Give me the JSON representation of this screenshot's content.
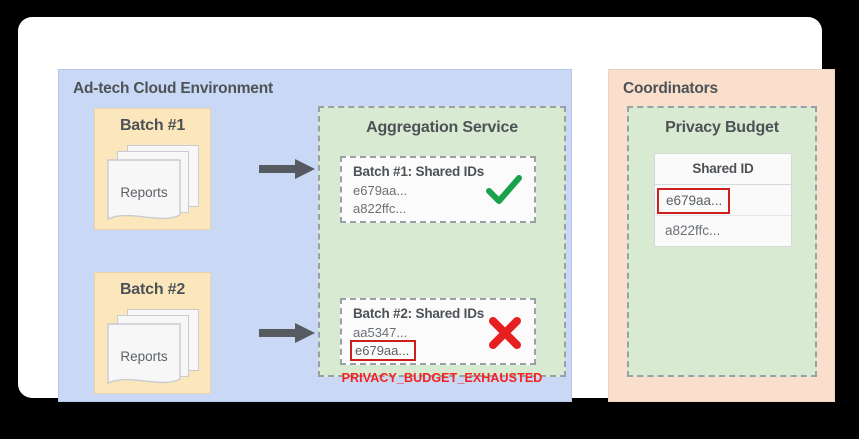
{
  "diagram": {
    "cloud_panel": {
      "title": "Ad-tech Cloud Environment",
      "batches": [
        {
          "title": "Batch #1",
          "doc_label": "Reports"
        },
        {
          "title": "Batch #2",
          "doc_label": "Reports"
        }
      ],
      "arrows": [
        {
          "name": "arrow-batch1-to-aggregation"
        },
        {
          "name": "arrow-batch2-to-aggregation"
        }
      ],
      "aggregation_service": {
        "title": "Aggregation Service",
        "cards": [
          {
            "title": "Batch #1: Shared IDs",
            "ids": [
              "e679aa...",
              "a822ffc..."
            ],
            "highlighted_id": null,
            "status_icon": "check-icon",
            "status_color": "#1aa14b"
          },
          {
            "title": "Batch #2: Shared IDs",
            "ids": [
              "aa5347...",
              "e679aa..."
            ],
            "highlighted_id": "e679aa...",
            "status_icon": "cross-icon",
            "status_color": "#e52020"
          }
        ],
        "error_text": "PRIVACY_BUDGET_EXHAUSTED"
      }
    },
    "coordinators_panel": {
      "title": "Coordinators",
      "privacy_budget": {
        "title": "Privacy Budget",
        "table": {
          "header": "Shared ID",
          "rows": [
            {
              "value": "e679aa...",
              "highlighted": true
            },
            {
              "value": "a822ffc...",
              "highlighted": false
            }
          ]
        }
      }
    },
    "colors": {
      "cloud_panel_bg": "#c9d8f5",
      "batch_bg": "#fce7bd",
      "aggregation_bg": "#d8ead2",
      "coordinators_bg": "#fae0cc",
      "error_red": "#f62222",
      "highlight_red": "#cc1f1f",
      "check_green": "#1aa14b",
      "arrow_gray": "#555b60"
    }
  }
}
